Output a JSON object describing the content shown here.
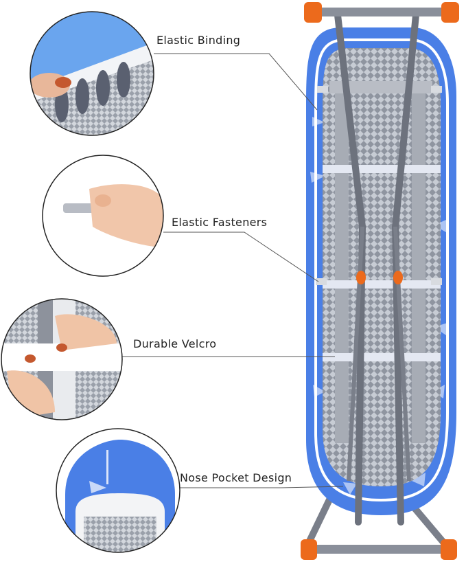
{
  "callouts": [
    {
      "id": "elastic-binding",
      "label": "Elastic Binding"
    },
    {
      "id": "elastic-fasteners",
      "label": "Elastic Fasteners"
    },
    {
      "id": "durable-velcro",
      "label": "Durable Velcro"
    },
    {
      "id": "nose-pocket-design",
      "label": "Nose Pocket Design"
    }
  ],
  "colors": {
    "cover_blue": "#4a7fe6",
    "frame_gray": "#7a7f8a",
    "cap_orange": "#ec6a1c",
    "mesh_gray": "#9aa0aa",
    "leader_line": "#555555"
  },
  "icons": [
    "zoom-circle-binding",
    "zoom-circle-fastener",
    "zoom-circle-velcro",
    "zoom-circle-nose"
  ]
}
